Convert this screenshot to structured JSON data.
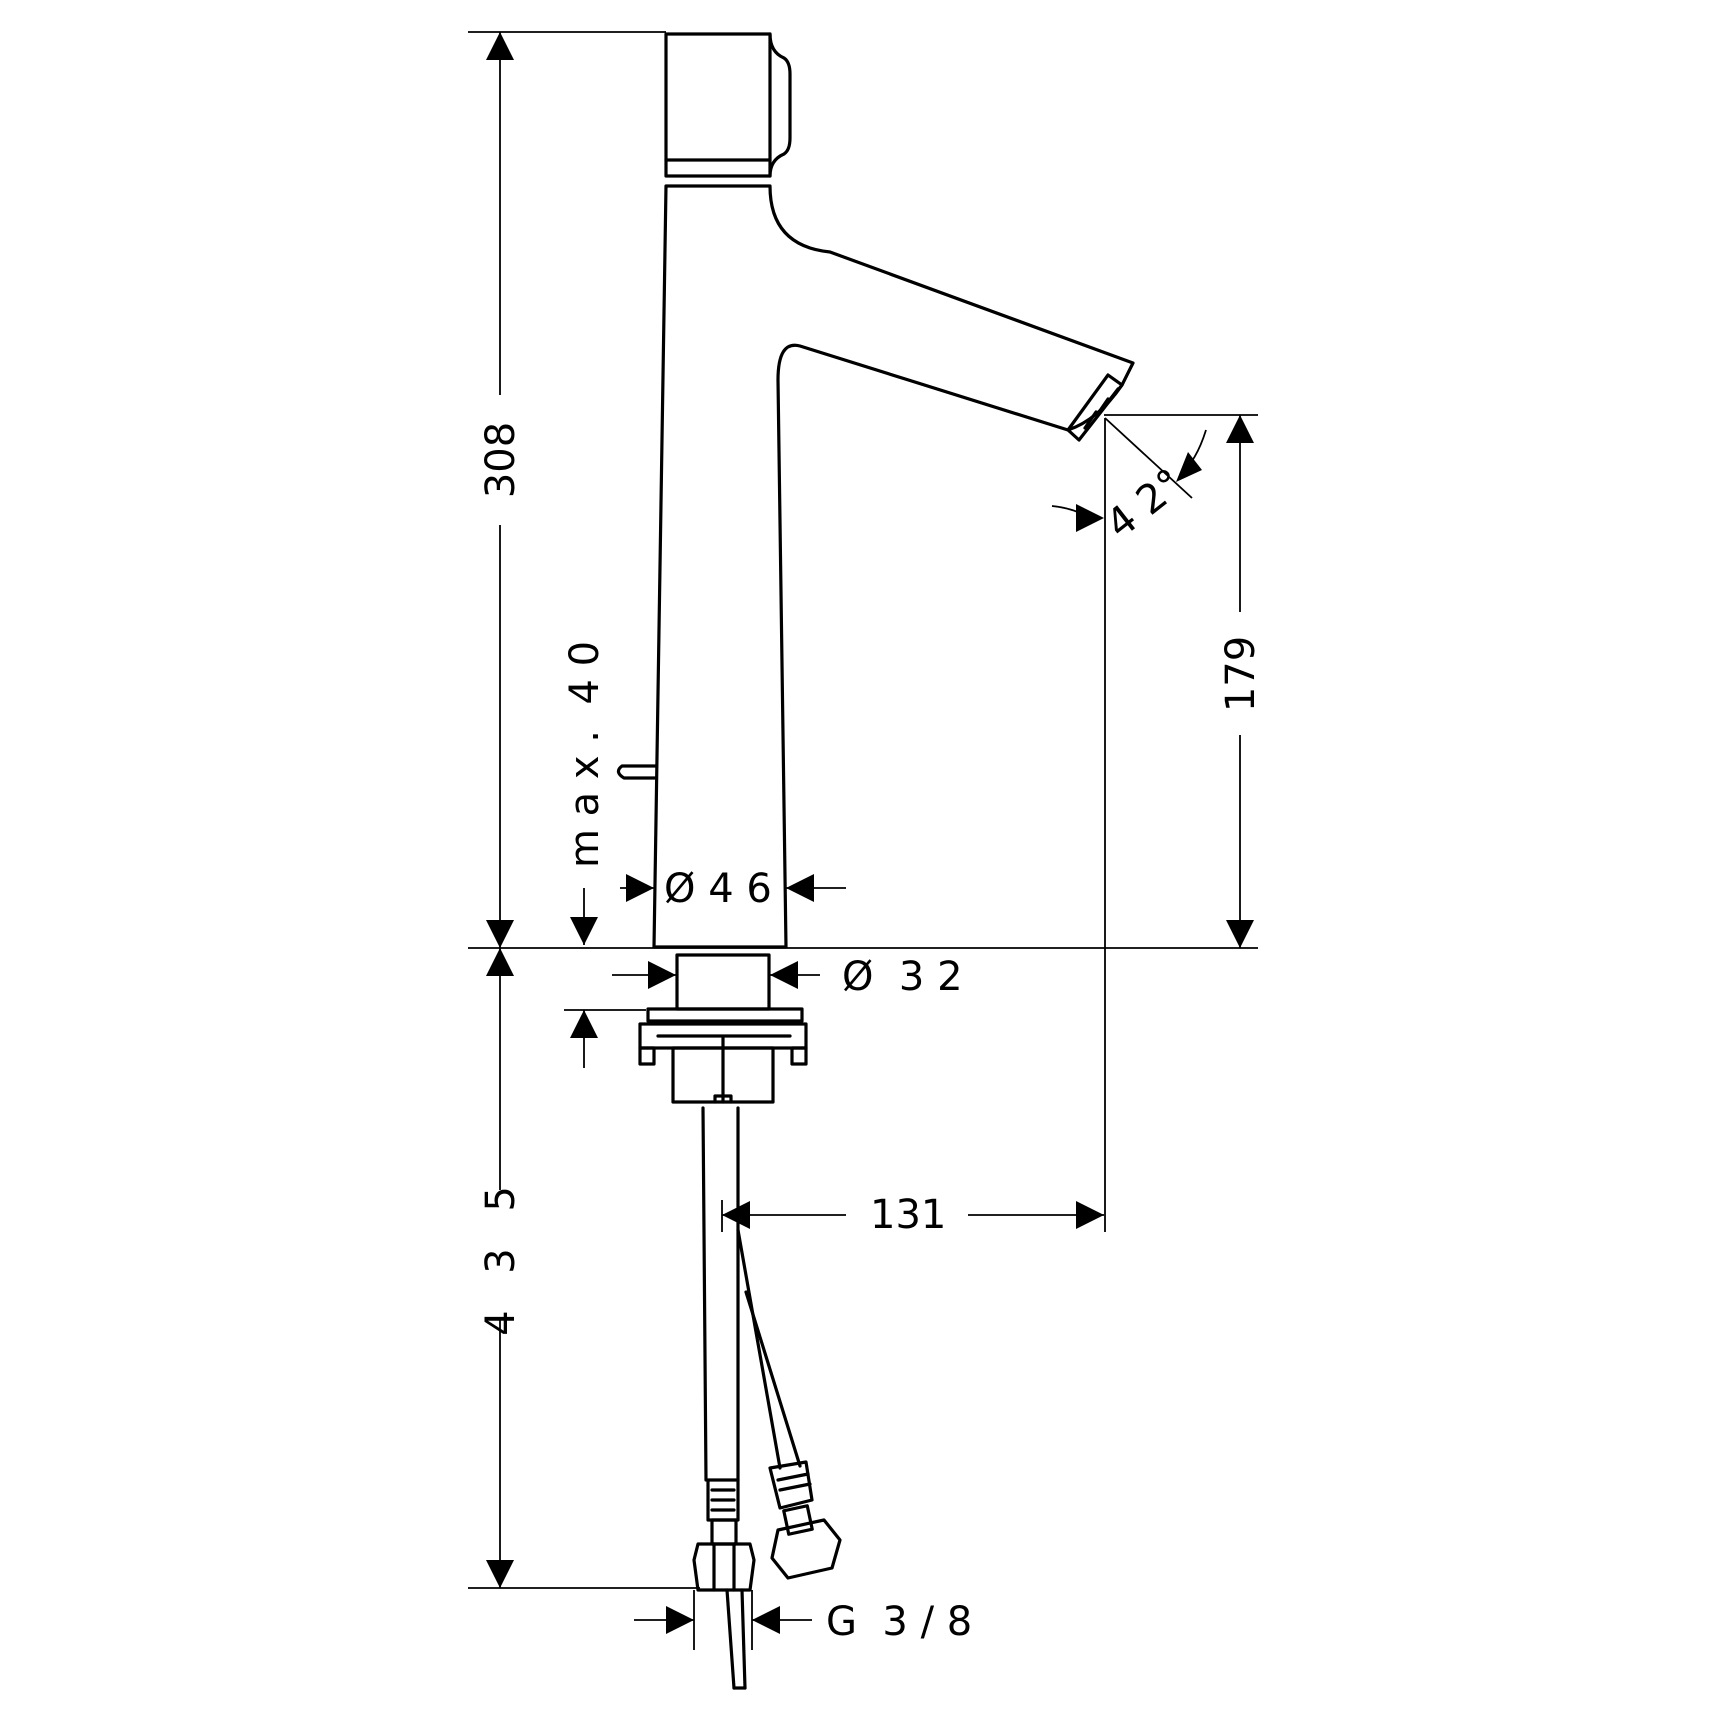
{
  "drawing": {
    "dimensions": {
      "total_height_above_deck": "308",
      "spout_height": "179",
      "below_deck_length": "4 3 5",
      "max_deck_thickness": "m a x .  4 0",
      "body_diameter": "Ø 4 6",
      "shank_diameter": "Ø  3 2",
      "spout_reach": "131",
      "spray_angle": "4 2°",
      "connection_thread": "G  3 / 8"
    }
  }
}
